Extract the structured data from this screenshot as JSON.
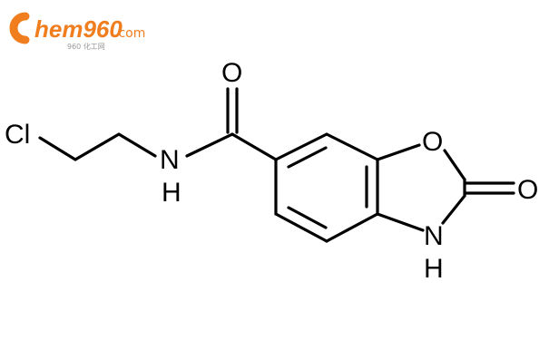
{
  "logo": {
    "brand_letter": "C",
    "brand_text": "hem960",
    "domain": ".com",
    "subtext": "960 化工网",
    "color": "#f07d1e"
  },
  "molecule": {
    "atoms": {
      "cl": "Cl",
      "n_amide": "N",
      "h_amide": "H",
      "o_carbonyl": "O",
      "o_ring": "O",
      "o_ketone": "O",
      "n_ring": "N",
      "h_ring": "H"
    },
    "bond_color": "#000000"
  }
}
